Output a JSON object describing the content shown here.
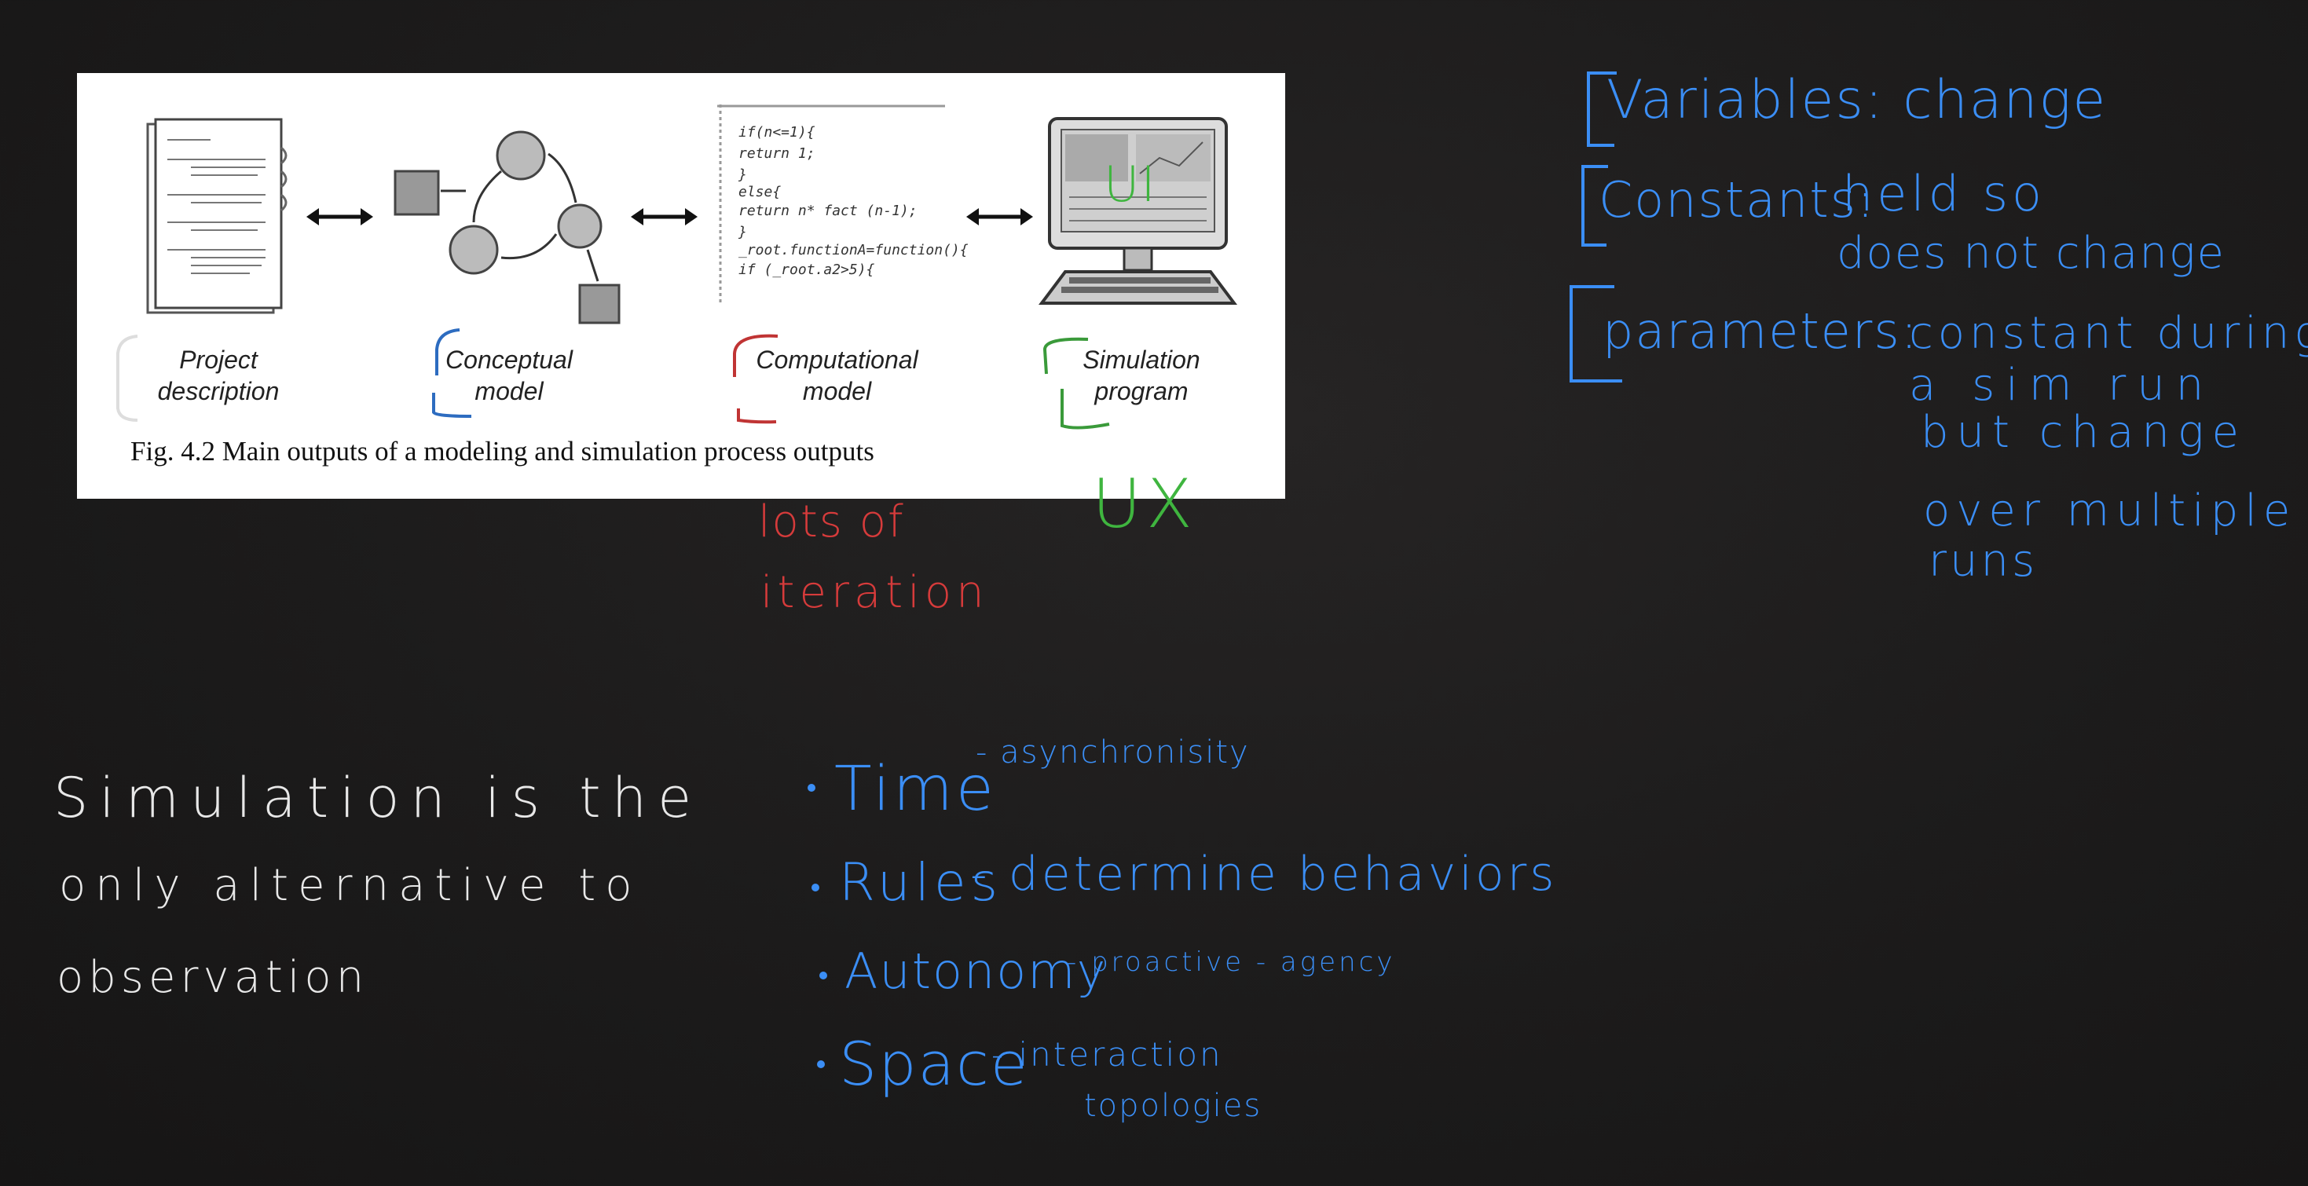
{
  "figure": {
    "caption": "Fig. 4.2  Main outputs of a modeling and simulation process outputs",
    "labels": {
      "project": "Project\ndescription",
      "conceptual": "Conceptual\nmodel",
      "computational": "Computational\nmodel",
      "simulation": "Simulation\nprogram"
    },
    "code": [
      "if(n<=1){",
      "  return 1;",
      "}",
      "else{",
      "  return n* fact (n-1);",
      "}",
      "_root.functionA=function(){",
      "  if (_root.a2>5){"
    ]
  },
  "annotations": {
    "ui": "UI",
    "ux": "UX",
    "iteration": [
      "lots of",
      "iteration"
    ]
  },
  "definitions": {
    "variables": "Variables: change",
    "constants_term": "Constants:",
    "constants_desc": [
      "held so",
      "does not change"
    ],
    "parameters_term": "parameters:",
    "parameters_desc": [
      "constant during",
      "a sim run",
      "but change",
      "over multiple",
      "runs"
    ]
  },
  "statement": [
    "Simulation is the",
    "only alternative to",
    "observation"
  ],
  "bullets": [
    {
      "term": "Time",
      "note": "- asynchronisity",
      "note2": ""
    },
    {
      "term": "Rules",
      "note": "- determine behaviors",
      "note2": ""
    },
    {
      "term": "Autonomy",
      "note": "- proactive - agency",
      "note2": ""
    },
    {
      "term": "Space",
      "note": "- interaction",
      "note2": "topologies"
    }
  ],
  "colors": {
    "blue_ink": "#3b8ef5",
    "white_ink": "#e8e8e8",
    "red_ink": "#d63b3b",
    "green_ink": "#3fb53f"
  }
}
